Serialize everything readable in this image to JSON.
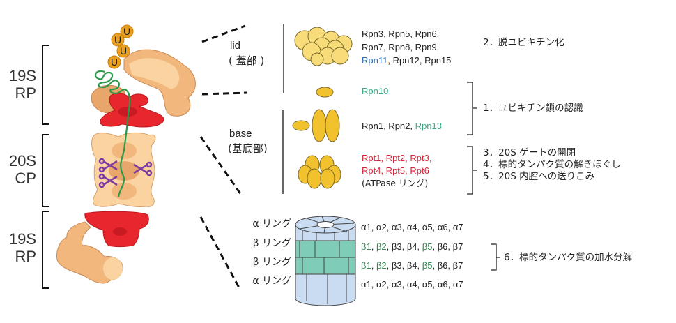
{
  "left_labels": {
    "rp_top": [
      "19S",
      "RP"
    ],
    "cp": [
      "20S",
      "CP"
    ],
    "rp_bottom": [
      "19S",
      "RP"
    ]
  },
  "ubiquitin": {
    "marker": "U",
    "count": 4
  },
  "subcomplex_labels": {
    "lid": "lid",
    "lid_jp": "( 蓋部 )",
    "base": "base",
    "base_jp": "(基底部)"
  },
  "subunits": {
    "lid": {
      "line1": "Rpn3, Rpn5, Rpn6,",
      "line2": "Rpn7, Rpn8, Rpn9,",
      "line3_highlight": "Rpn11",
      "line3_rest": ", Rpn12, Rpn15"
    },
    "rpn10": "Rpn10",
    "base_rpn": {
      "plain": "Rpn1, Rpn2, ",
      "highlight": "Rpn13"
    },
    "atpase": {
      "line1": "Rpt1, Rpt2, Rpt3,",
      "line2": "Rpt4, Rpt5, Rpt6",
      "caption": "(ATPase リング)"
    }
  },
  "functions": {
    "deubiquitination": "2．脱ユビキチン化",
    "recognition": "1．ユビキチン鎖の認識",
    "gate": "3．20S ゲートの開閉",
    "unfolding": "4．標的タンパク質の解きほぐし",
    "translocation": "5．20S 内腔への送りこみ",
    "hydrolysis": "6．標的タンパク質の加水分解"
  },
  "rings": [
    {
      "label": "α リング",
      "parts": [
        {
          "t": "α1, α2, α3, α4, α5, α6, α7",
          "hl": false
        }
      ]
    },
    {
      "label": "β リング",
      "parts": [
        {
          "t": "β1",
          "hl": true
        },
        {
          "t": ", ",
          "hl": false
        },
        {
          "t": "β2",
          "hl": true
        },
        {
          "t": ", β3, β4, ",
          "hl": false
        },
        {
          "t": "β5",
          "hl": true
        },
        {
          "t": ", β6, β7",
          "hl": false
        }
      ]
    },
    {
      "label": "β リング",
      "parts": [
        {
          "t": "β1",
          "hl": true
        },
        {
          "t": ", ",
          "hl": false
        },
        {
          "t": "β2",
          "hl": true
        },
        {
          "t": ", β3, β4, ",
          "hl": false
        },
        {
          "t": "β5",
          "hl": true
        },
        {
          "t": ", β6, β7",
          "hl": false
        }
      ]
    },
    {
      "label": "α リング",
      "parts": [
        {
          "t": "α1, α2, α3, α4, α5, α6, α7",
          "hl": false
        }
      ]
    }
  ],
  "colors": {
    "rp_body": "#f2b77d",
    "rp_light": "#fbd3a0",
    "atpase_red": "#e8262e",
    "substrate_green": "#2a9a4a",
    "scissors_purple": "#7d3aa0",
    "ubiquitin_orange": "#e9a020",
    "lid_yellow": "#f8dc7a",
    "base_yellow": "#f2c12e",
    "alpha_ring": "#c9dcf2",
    "beta_ring": "#7fcdb9",
    "rpn11_blue": "#2e6db4",
    "teal": "#3aaa85",
    "rpt_red": "#d6263b",
    "beta_green": "#2f8a4f"
  }
}
